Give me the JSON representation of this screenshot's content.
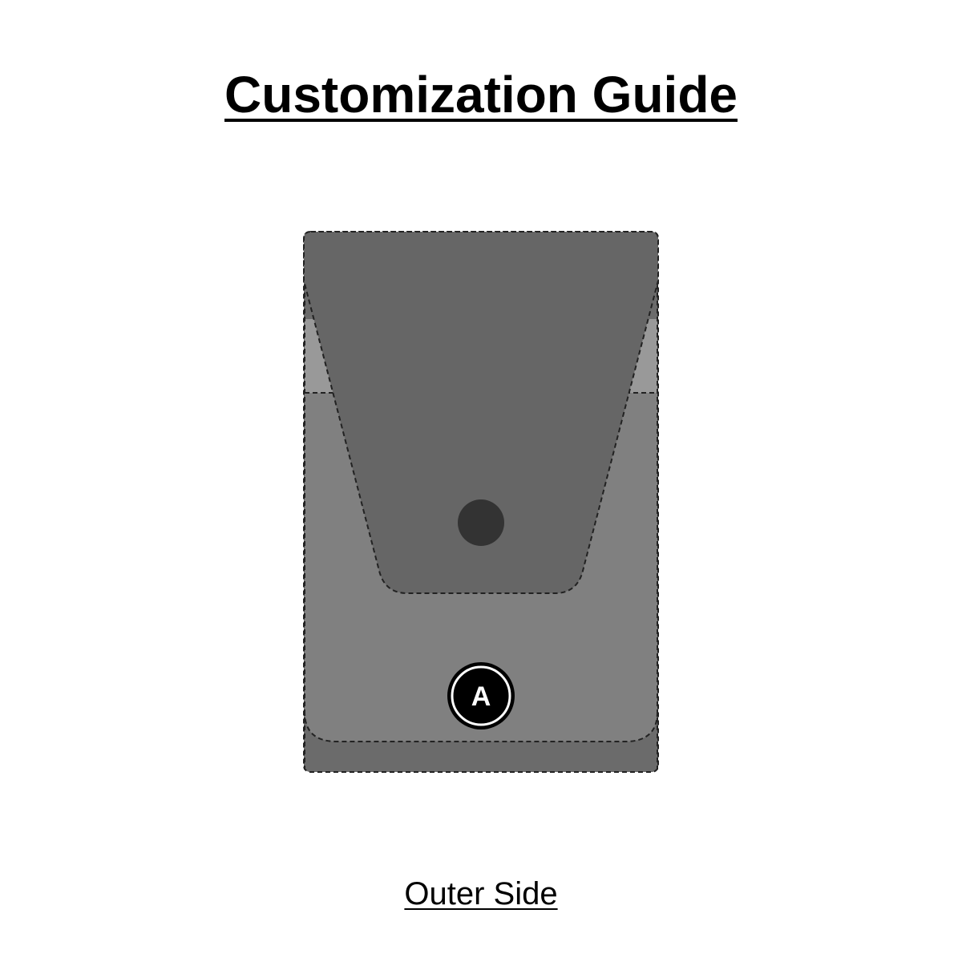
{
  "title": "Customization Guide",
  "caption": "Outer Side",
  "markers": [
    {
      "id": "A",
      "label": "A"
    }
  ],
  "colors": {
    "background": "#ffffff",
    "flap": "#666666",
    "body": "#808080",
    "pocket_strip": "#999999",
    "back_panel": "#6b6b6b",
    "snap_button": "#333333",
    "stitch": "#222222",
    "marker_fill": "#000000",
    "marker_text": "#ffffff"
  }
}
